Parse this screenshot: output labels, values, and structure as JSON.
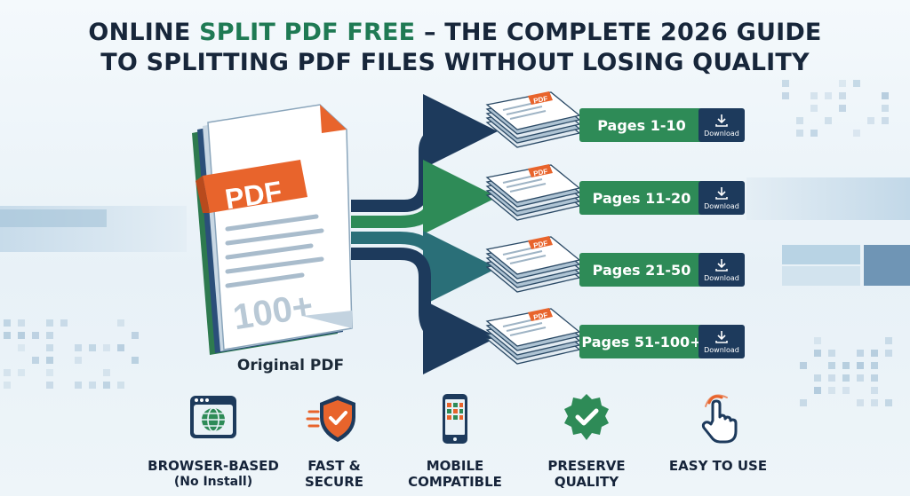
{
  "title": {
    "prefix": "ONLINE ",
    "accent": "SPLIT PDF FREE",
    "rest_line1": " – THE COMPLETE 2026 GUIDE",
    "line2": "TO SPLITTING PDF FILES WITHOUT LOSING QUALITY"
  },
  "source": {
    "badge": "PDF",
    "page_count": "100+",
    "label": "Original PDF"
  },
  "chunks": [
    {
      "badge": "PDF",
      "pages": "Pages 1-10",
      "download": "Download"
    },
    {
      "badge": "PDF",
      "pages": "Pages 11-20",
      "download": "Download"
    },
    {
      "badge": "PDF",
      "pages": "Pages 21-50",
      "download": "Download"
    },
    {
      "badge": "PDF",
      "pages": "Pages 51-100+",
      "download": "Download"
    }
  ],
  "features": [
    {
      "icon": "browser-globe-icon",
      "line1": "BROWSER-BASED",
      "line2": "(No Install)"
    },
    {
      "icon": "shield-check-icon",
      "line1": "FAST &",
      "line2": "SECURE"
    },
    {
      "icon": "mobile-phone-icon",
      "line1": "MOBILE",
      "line2": "COMPATIBLE"
    },
    {
      "icon": "quality-badge-icon",
      "line1": "PRESERVE",
      "line2": "QUALITY"
    },
    {
      "icon": "hand-pointer-icon",
      "line1": "EASY TO USE",
      "line2": ""
    }
  ],
  "colors": {
    "green": "#2e8b57",
    "navy": "#1d3a5c",
    "orange": "#e8642c",
    "teal": "#2a6f78"
  }
}
